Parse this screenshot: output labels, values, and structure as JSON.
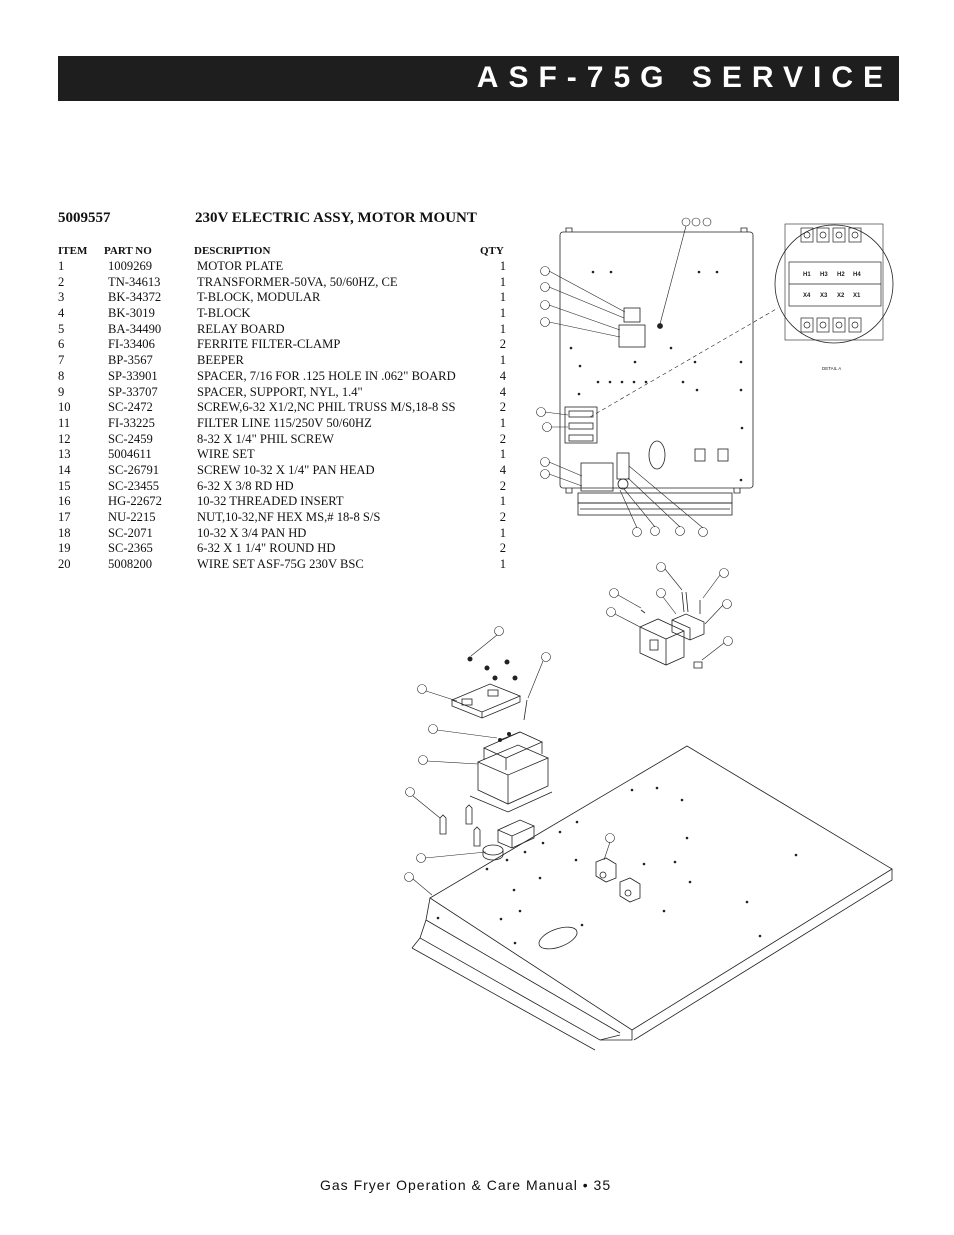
{
  "header": {
    "title": "ASF-75G SERVICE"
  },
  "assembly": {
    "number": "5009557",
    "title": "230V ELECTRIC ASSY, MOTOR MOUNT"
  },
  "table": {
    "headers": {
      "item": "ITEM",
      "part": "PART NO",
      "desc": "DESCRIPTION",
      "qty": "QTY"
    },
    "rows": [
      {
        "item": "1",
        "part": "1009269",
        "desc": "MOTOR PLATE",
        "qty": "1"
      },
      {
        "item": "2",
        "part": "TN-34613",
        "desc": "TRANSFORMER-50VA, 50/60HZ, CE",
        "qty": "1"
      },
      {
        "item": "3",
        "part": "BK-34372",
        "desc": "T-BLOCK, MODULAR",
        "qty": "1"
      },
      {
        "item": "4",
        "part": "BK-3019",
        "desc": "T-BLOCK",
        "qty": "1"
      },
      {
        "item": "5",
        "part": "BA-34490",
        "desc": "RELAY BOARD",
        "qty": "1"
      },
      {
        "item": "6",
        "part": "FI-33406",
        "desc": "FERRITE FILTER-CLAMP",
        "qty": "2"
      },
      {
        "item": "7",
        "part": "BP-3567",
        "desc": "BEEPER",
        "qty": "1"
      },
      {
        "item": "8",
        "part": "SP-33901",
        "desc": "SPACER, 7/16 FOR .125 HOLE IN .062\" BOARD",
        "qty": "4"
      },
      {
        "item": "9",
        "part": "SP-33707",
        "desc": "SPACER, SUPPORT, NYL, 1.4\"",
        "qty": "4"
      },
      {
        "item": "10",
        "part": "SC-2472",
        "desc": "SCREW,6-32 X1/2,NC PHIL TRUSS M/S,18-8 SS",
        "qty": "2"
      },
      {
        "item": "11",
        "part": "FI-33225",
        "desc": "FILTER LINE 115/250V 50/60HZ",
        "qty": "1"
      },
      {
        "item": "12",
        "part": "SC-2459",
        "desc": "8-32 X 1/4\" PHIL SCREW",
        "qty": "2"
      },
      {
        "item": "13",
        "part": "5004611",
        "desc": "WIRE SET",
        "qty": "1"
      },
      {
        "item": "14",
        "part": "SC-26791",
        "desc": "SCREW 10-32 X 1/4\" PAN HEAD",
        "qty": "4"
      },
      {
        "item": "15",
        "part": "SC-23455",
        "desc": "6-32 X 3/8 RD HD",
        "qty": "2"
      },
      {
        "item": "16",
        "part": "HG-22672",
        "desc": "10-32 THREADED INSERT",
        "qty": "1"
      },
      {
        "item": "17",
        "part": "NU-2215",
        "desc": "NUT,10-32,NF HEX MS,# 18-8 S/S",
        "qty": "2"
      },
      {
        "item": "18",
        "part": "SC-2071",
        "desc": "10-32 X 3/4 PAN HD",
        "qty": "1"
      },
      {
        "item": "19",
        "part": "SC-2365",
        "desc": "6-32 X 1 1/4\" ROUND HD",
        "qty": "2"
      },
      {
        "item": "20",
        "part": "5008200",
        "desc": "WIRE SET ASF-75G 230V BSC",
        "qty": "1"
      }
    ]
  },
  "diagram": {
    "detail_label": "DETAIL A",
    "terminal_labels": [
      "H1",
      "H3",
      "H2",
      "H4",
      "X4",
      "X3",
      "X2",
      "X1"
    ]
  },
  "footer": {
    "text": "Gas Fryer Operation & Care Manual • 35"
  }
}
